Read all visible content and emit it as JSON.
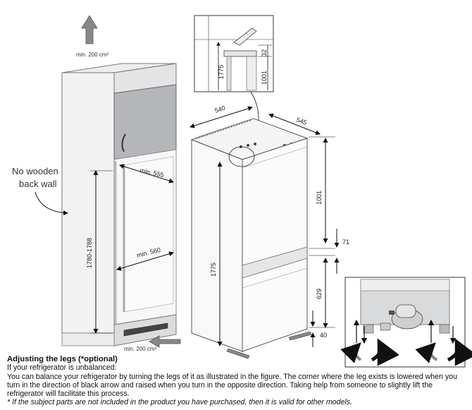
{
  "cabinet": {
    "vent_top": "min. 200 cm²",
    "vent_bottom": "min. 200 cm²",
    "width": "min. 555",
    "depth": "min. 560",
    "height": "1780-1788",
    "back_wall_line1": "No wooden",
    "back_wall_line2": "back wall"
  },
  "appliance": {
    "width": "540",
    "depth": "545",
    "height": "1775",
    "upper_section": "1001",
    "gap": "71",
    "lower_section": "629",
    "bottom": "40"
  },
  "detail": {
    "height": "1775",
    "section": "1001",
    "top": "32"
  },
  "notes": {
    "heading": "Adjusting the legs (*optional)",
    "line1": "If your refrigerator is unbalanced:",
    "line2": "You can balance your refrigerator by turning the legs of it as illustrated in the figure. The corner where the leg exists is lowered when you turn in the direction of black arrow and raised when you turn in the opposite direction. Taking help from someone to slightly lift the refrigerator will facilitate this process.",
    "footnote": "* If the subject parts are not included in the product you have purchased, then it is valid for other models."
  }
}
